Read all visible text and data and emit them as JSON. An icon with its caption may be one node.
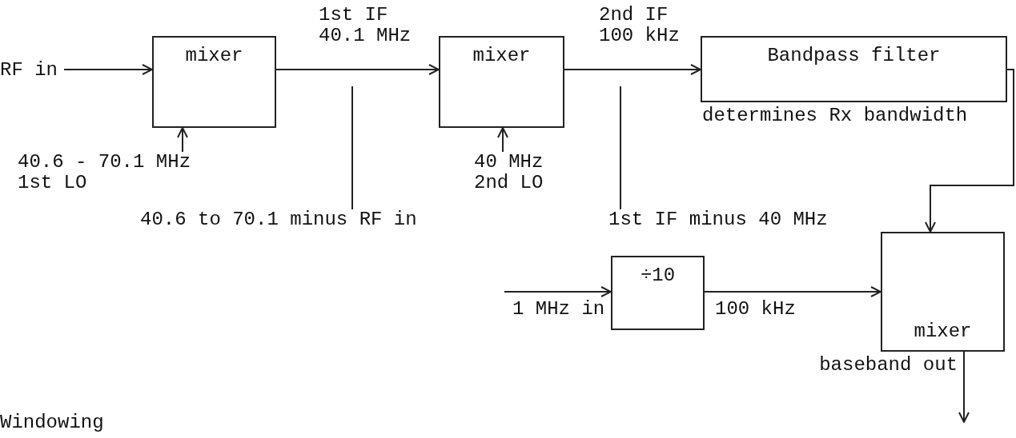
{
  "diagram": {
    "nodes": [
      {
        "text": [
          "RF in"
        ]
      },
      {
        "text": [
          "mixer"
        ]
      },
      {
        "text": [
          "mixer"
        ]
      },
      {
        "text": [
          "Bandpass filter"
        ],
        "beside": [
          "determines Rx bandwidth"
        ]
      },
      {
        "text": [
          "40.6 - 70.1 MHz",
          "1st LO"
        ]
      },
      {
        "text": [
          "40 MHz",
          "2nd LO"
        ]
      },
      {
        "text": [
          "40.6 to 70.1 minus RF in"
        ]
      },
      {
        "text": [
          "1st IF minus 40 MHz"
        ]
      },
      {
        "text": [
          "÷10"
        ]
      },
      {
        "text": [
          "mixer"
        ],
        "beside": [
          "baseband out"
        ]
      }
    ],
    "edges": [
      {
        "from": 0,
        "to": 1,
        "arrow": "to"
      },
      {
        "from": 4,
        "to": 1,
        "arrow": "to"
      },
      {
        "from": 1,
        "to": 2,
        "arrow": "to",
        "label": "1st IF 40.1 MHz"
      },
      {
        "from": 6,
        "to": null,
        "arrow": "none"
      },
      {
        "from": 5,
        "to": 2,
        "arrow": "to"
      },
      {
        "from": 2,
        "to": 3,
        "arrow": "to",
        "label": "2nd IF 100 kHz"
      },
      {
        "from": 7,
        "to": null,
        "arrow": "none"
      },
      {
        "from": 3,
        "to": 9,
        "arrow": "to"
      },
      {
        "from": null,
        "to": 8,
        "arrow": "to",
        "label": "1 MHz in"
      },
      {
        "from": 8,
        "to": 9,
        "arrow": "to",
        "label": "100 kHz"
      },
      {
        "from": 9,
        "to": null,
        "arrow": "to"
      }
    ],
    "labels": [
      "Windowing"
    ]
  }
}
